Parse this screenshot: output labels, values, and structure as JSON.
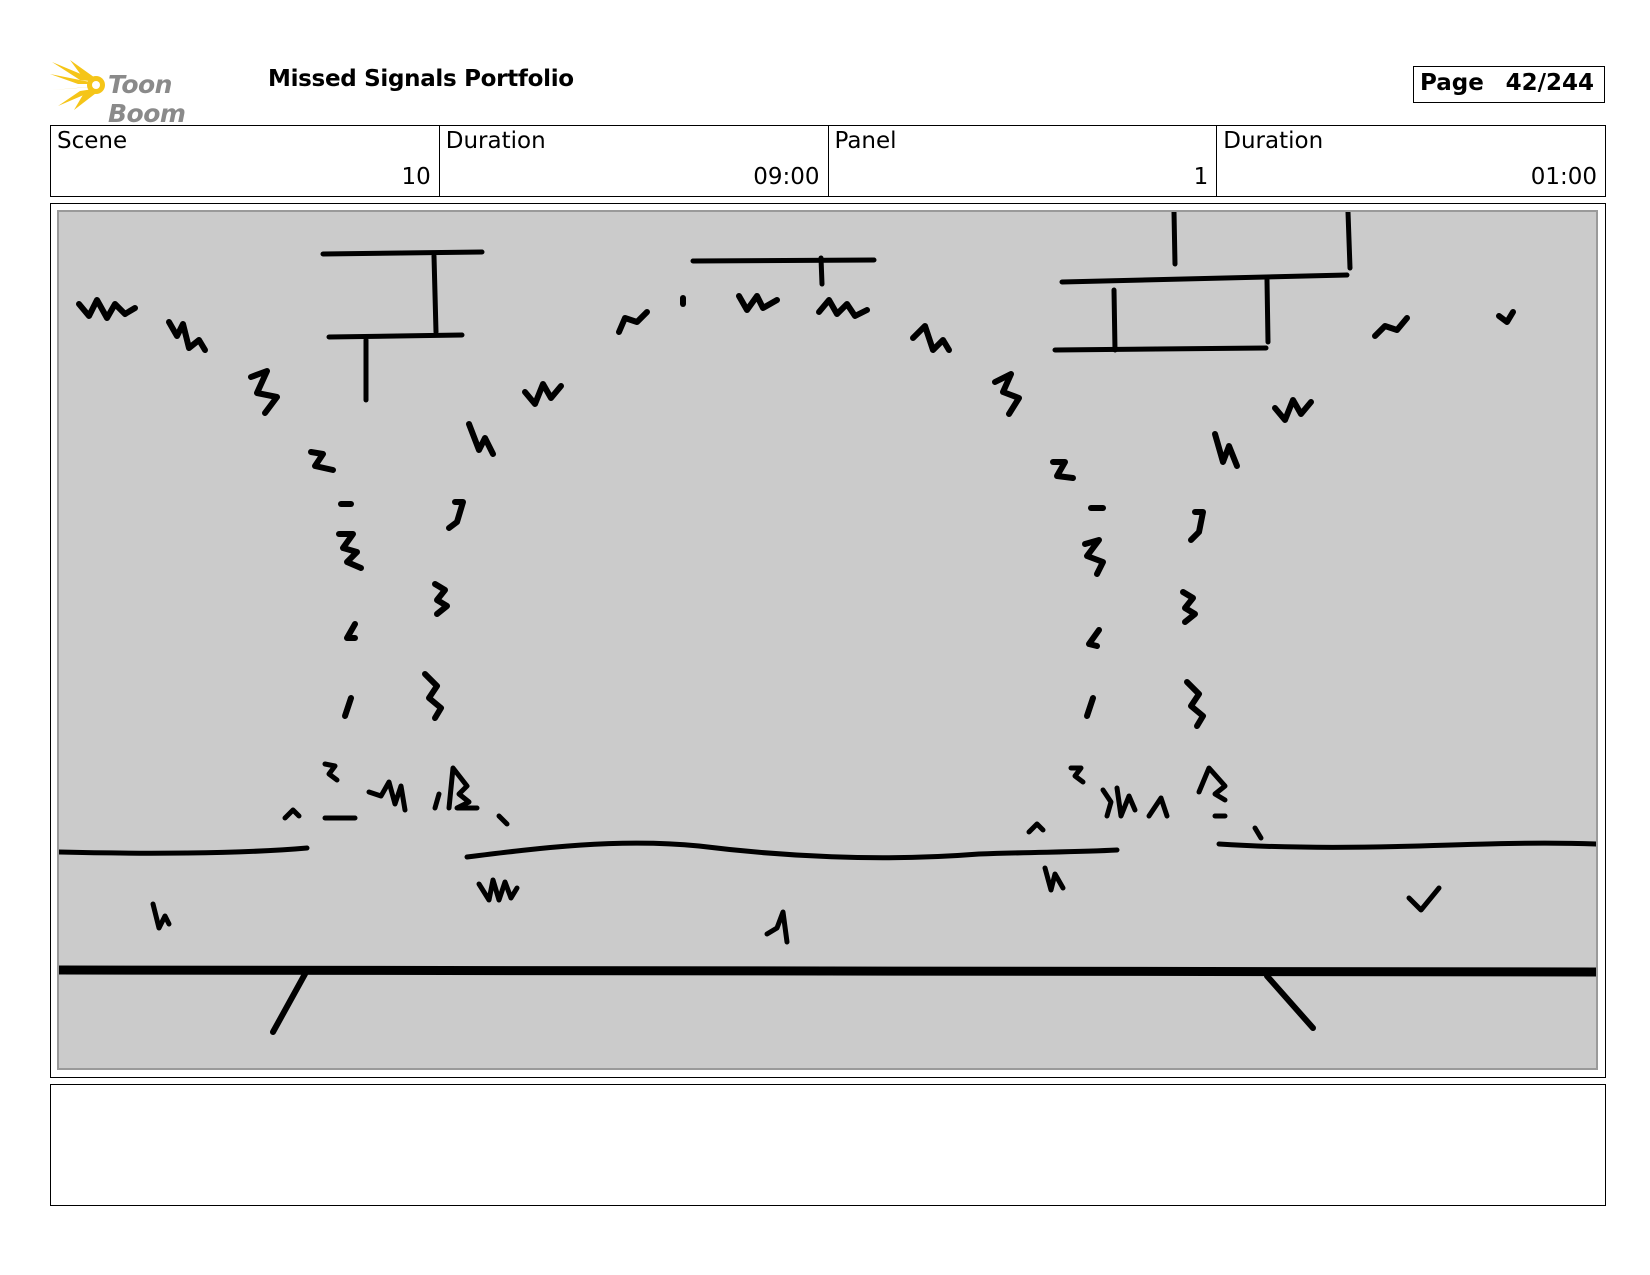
{
  "header": {
    "logo_text": "Toon Boom",
    "title": "Missed Signals Portfolio",
    "page_label": "Page",
    "page_value": "42/244"
  },
  "info": {
    "scene_label": "Scene",
    "scene_value": "10",
    "duration_label": "Duration",
    "duration_value": "09:00",
    "panel_label": "Panel",
    "panel_value": "1",
    "panel_duration_label": "Duration",
    "panel_duration_value": "01:00"
  },
  "notes": {
    "text": ""
  },
  "colors": {
    "logo_accent": "#f5c518",
    "sketch_background": "#cbcbcb"
  }
}
